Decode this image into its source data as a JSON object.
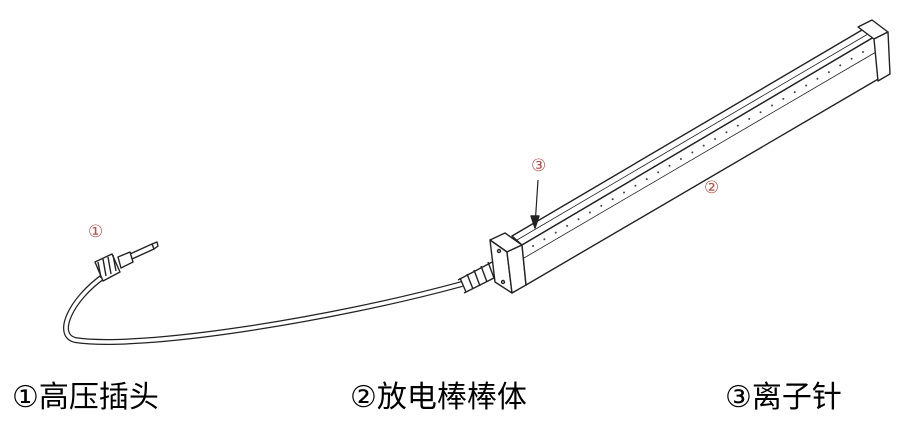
{
  "callouts": {
    "plug": "①",
    "bar": "②",
    "needle": "③"
  },
  "captions": {
    "plug": "①高压插头",
    "bar": "②放电棒棒体",
    "needle": "③离子针"
  },
  "colors": {
    "callout": "#b5504a",
    "line": "#222222"
  }
}
